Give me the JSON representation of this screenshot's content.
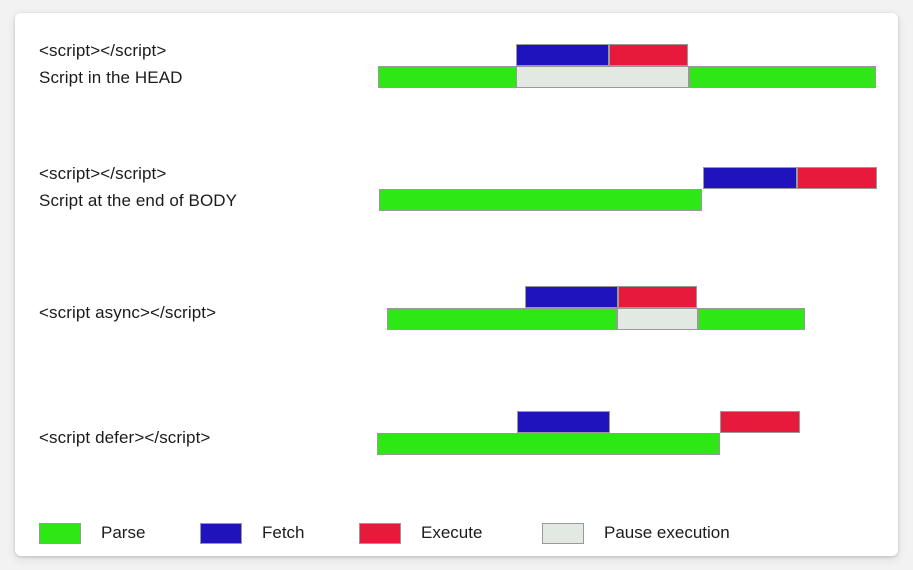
{
  "colors": {
    "parse": "#2ee815",
    "fetch": "#1f13bd",
    "execute": "#e71a3b",
    "pause": "#e2e9e2",
    "segment_border": "#999999",
    "page_background": "#f2f2f2",
    "card_background": "#ffffff",
    "text": "#1b1b1b"
  },
  "chart_data": {
    "type": "bar",
    "title": "",
    "xlabel": "",
    "ylabel": "",
    "orientation": "horizontal-timeline",
    "grid": false,
    "legend_position": "bottom-left",
    "xlim": [
      0,
      883
    ],
    "legend": [
      {
        "key": "parse",
        "label": "Parse",
        "color": "#2ee815"
      },
      {
        "key": "fetch",
        "label": "Fetch",
        "color": "#1f13bd"
      },
      {
        "key": "execute",
        "label": "Execute",
        "color": "#e71a3b"
      },
      {
        "key": "pause",
        "label": "Pause execution",
        "color": "#e2e9e2"
      }
    ],
    "categories": [
      "<script></script> / Script in the HEAD",
      "<script></script> / Script at the end of BODY",
      "<script async></script>",
      "<script defer></script>"
    ],
    "rows": [
      {
        "label_lines": [
          "<script></script>",
          "Script in the HEAD"
        ],
        "segments": [
          {
            "key": "parse",
            "lane": "bottom",
            "start": 363,
            "end": 502
          },
          {
            "key": "fetch",
            "lane": "top",
            "start": 501,
            "end": 594
          },
          {
            "key": "execute",
            "lane": "top",
            "start": 594,
            "end": 673
          },
          {
            "key": "pause",
            "lane": "bottom",
            "start": 501,
            "end": 674
          },
          {
            "key": "parse",
            "lane": "bottom",
            "start": 674,
            "end": 861
          }
        ]
      },
      {
        "label_lines": [
          "<script></script>",
          "Script at the end of BODY"
        ],
        "segments": [
          {
            "key": "parse",
            "lane": "bottom",
            "start": 364,
            "end": 687
          },
          {
            "key": "fetch",
            "lane": "top",
            "start": 688,
            "end": 782
          },
          {
            "key": "execute",
            "lane": "top",
            "start": 782,
            "end": 862
          }
        ]
      },
      {
        "label_lines": [
          "<script async></script>"
        ],
        "segments": [
          {
            "key": "parse",
            "lane": "bottom",
            "start": 372,
            "end": 602
          },
          {
            "key": "fetch",
            "lane": "top",
            "start": 510,
            "end": 603
          },
          {
            "key": "execute",
            "lane": "top",
            "start": 603,
            "end": 682
          },
          {
            "key": "pause",
            "lane": "bottom",
            "start": 602,
            "end": 683
          },
          {
            "key": "parse",
            "lane": "bottom",
            "start": 683,
            "end": 790
          }
        ]
      },
      {
        "label_lines": [
          "<script defer></script>"
        ],
        "segments": [
          {
            "key": "parse",
            "lane": "bottom",
            "start": 362,
            "end": 705
          },
          {
            "key": "fetch",
            "lane": "top",
            "start": 502,
            "end": 595
          },
          {
            "key": "execute",
            "lane": "top",
            "start": 705,
            "end": 785
          }
        ]
      }
    ]
  }
}
